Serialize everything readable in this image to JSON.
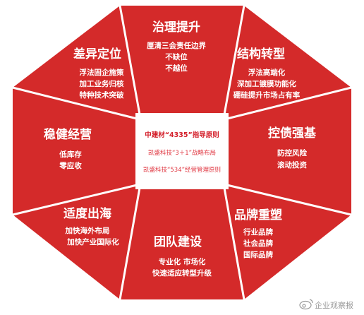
{
  "colors": {
    "segment": "#d42a2a",
    "divider": "#ffffff",
    "center_bg": "#ffffff",
    "center_text": "#d41f2a"
  },
  "center": {
    "line1": "中建材“4335”指导原则",
    "line2": "凯盛科技“3＋1”战略布局",
    "line3": "凯盛科技“534”经营管理原则"
  },
  "segments": [
    {
      "key": "top",
      "title": "治理提升",
      "items": [
        "厘清三会责任边界",
        "不缺位",
        "不越位"
      ]
    },
    {
      "key": "top-right",
      "title": "结构转型",
      "items": [
        "浮法高端化",
        "深加工镀膜功能化",
        "硼硅提升市场占有率"
      ]
    },
    {
      "key": "right",
      "title": "控债强基",
      "items": [
        "防控风险",
        "滚动投资"
      ]
    },
    {
      "key": "bottom-right",
      "title": "品牌重塑",
      "items": [
        "行业品牌",
        "社会品牌",
        "国际品牌"
      ]
    },
    {
      "key": "bottom",
      "title": "团队建设",
      "items": [
        "专业化 市场化",
        "快速适应转型升级"
      ]
    },
    {
      "key": "bottom-left",
      "title": "适度出海",
      "items": [
        "加快海外布局",
        "加快产业国际化"
      ]
    },
    {
      "key": "left",
      "title": "稳健经营",
      "items": [
        "低库存",
        "零应收"
      ]
    },
    {
      "key": "top-left",
      "title": "差异定位",
      "items": [
        "浮法固企施策",
        "加工业务归核",
        "特种技术突破"
      ]
    }
  ],
  "watermark": {
    "icon": "weibo-icon",
    "text": "企业观察报"
  }
}
